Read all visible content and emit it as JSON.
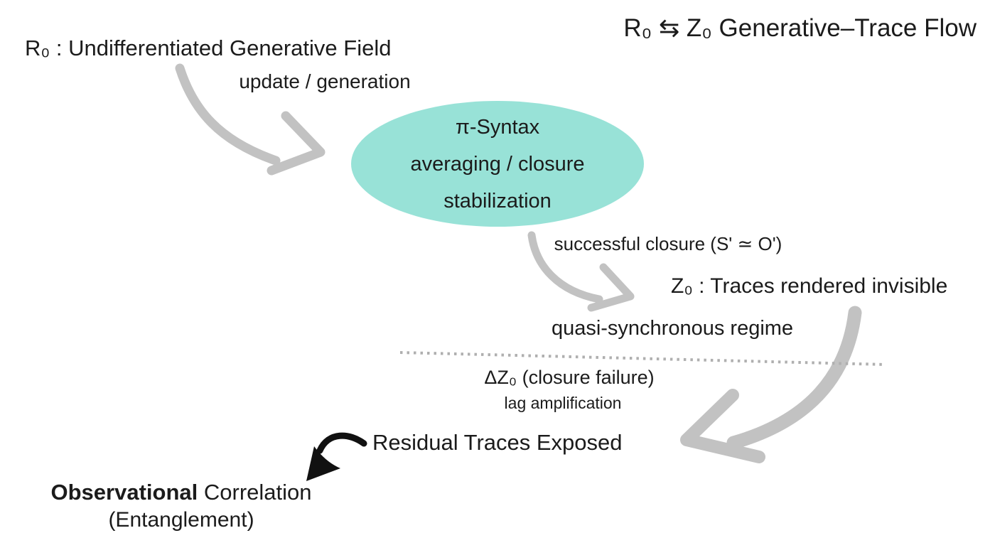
{
  "header": {
    "title": "R₀ ⇆ Z₀ Generative–Trace Flow"
  },
  "nodes": {
    "r0_label": "R₀ : Undifferentiated Generative Field",
    "pi_syntax": {
      "line1": "π-Syntax",
      "line2": "averaging / closure",
      "line3": "stabilization"
    },
    "z0_label": "Z₀ : Traces rendered invisible",
    "residual_label": "Residual Traces Exposed",
    "observational_bold": "Observational",
    "observational_rest": " Correlation",
    "entanglement": "(Entanglement)"
  },
  "edge_labels": {
    "update_generation": "update / generation",
    "successful_closure": "successful closure (S' ≃ O')",
    "quasi_synchronous": "quasi-synchronous regime",
    "delta_z0": "ΔZ₀ (closure failure)",
    "lag_amplification": "lag amplification"
  },
  "icons": {
    "arrow_r0_to_pi": "gray-curved-arrow-down-right",
    "arrow_pi_to_z0": "gray-curved-arrow-down-right",
    "arrow_z0_to_residual": "gray-curved-arrow-down-left",
    "arrow_residual_to_observational": "black-curved-arrow-down-left",
    "regime_divider": "gray-dotted-line"
  },
  "colors": {
    "background": "#FFFFFF",
    "text": "#1B1B1B",
    "ellipse_fill": "#98E2D7",
    "arrow_gray": "#C2C2C2",
    "arrow_black": "#111111",
    "dotted_line": "#AFAFAF"
  }
}
